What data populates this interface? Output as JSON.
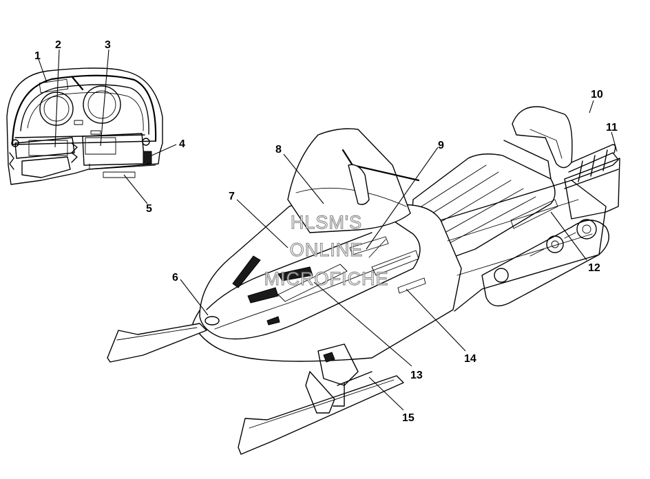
{
  "callouts": [
    "1",
    "2",
    "3",
    "4",
    "5",
    "6",
    "7",
    "8",
    "9",
    "10",
    "11",
    "12",
    "13",
    "14",
    "15"
  ],
  "watermark": {
    "line1": "HLSM'S",
    "line2": "ONLINE",
    "line3": "MICROFICHE"
  }
}
